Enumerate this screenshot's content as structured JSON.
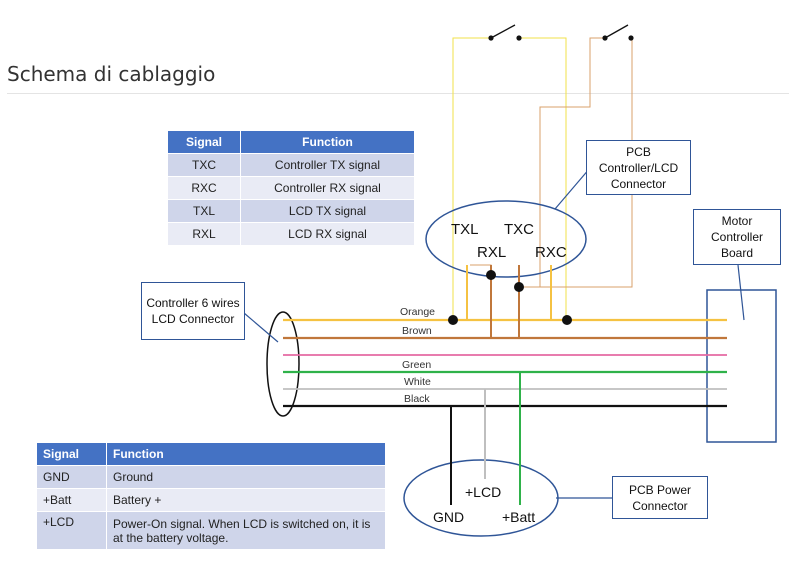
{
  "page": {
    "title": "Schema di cablaggio"
  },
  "table_top": {
    "headers": [
      "Signal",
      "Function"
    ],
    "rows": [
      [
        "TXC",
        "Controller TX signal"
      ],
      [
        "RXC",
        "Controller RX signal"
      ],
      [
        "TXL",
        "LCD TX signal"
      ],
      [
        "RXL",
        "LCD RX signal"
      ]
    ]
  },
  "table_bottom": {
    "headers": [
      "Signal",
      "Function"
    ],
    "rows": [
      [
        "GND",
        "Ground"
      ],
      [
        "+Batt",
        "Battery +"
      ],
      [
        "+LCD",
        "Power-On signal. When LCD is switched on, it is at the battery voltage."
      ]
    ]
  },
  "callouts": {
    "pcb_lcd": "PCB Controller/LCD Connector",
    "controller": "Controller 6 wires LCD Connector",
    "motor": "Motor Controller Board",
    "power": "PCB Power Connector"
  },
  "connector_labels": {
    "txl": "TXL",
    "txc": "TXC",
    "rxl": "RXL",
    "rxc": "RXC",
    "plus_lcd": "+LCD",
    "gnd": "GND",
    "plus_batt": "+Batt"
  },
  "wires": [
    {
      "name": "Orange",
      "color": "#f5c242"
    },
    {
      "name": "Brown",
      "color": "#c0773b"
    },
    {
      "name": "",
      "color": "#e46aa3"
    },
    {
      "name": "Green",
      "color": "#2fb24a"
    },
    {
      "name": "White",
      "color": "#bfbfbf"
    },
    {
      "name": "Black",
      "color": "#111111"
    }
  ],
  "colors": {
    "table_header": "#4472c4",
    "callout_border": "#2f5597",
    "jumper_yellow": "#f2e24a",
    "jumper_brown": "#d9a06b"
  }
}
